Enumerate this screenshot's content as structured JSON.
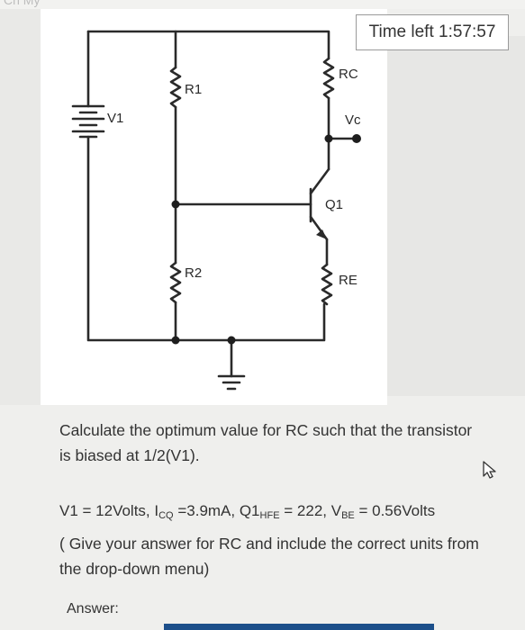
{
  "header": {
    "clipped_text": "Ch  My"
  },
  "timer": {
    "text": "Time left 1:57:57"
  },
  "circuit": {
    "labels": {
      "v1": "V1",
      "r1": "R1",
      "r2": "R2",
      "rc": "RC",
      "re": "RE",
      "q1": "Q1",
      "vc": "Vc"
    }
  },
  "question": {
    "prompt": "Calculate the optimum value for RC such that the transistor is biased at 1/2(V1).",
    "given": {
      "v1": "V1 = 12Volts, I",
      "icq_sub": "CQ",
      "icq_val": " =3.9mA, Q1",
      "hfe_sub": "HFE",
      "hfe_val": " = 222, V",
      "vbe_sub": "BE",
      "vbe_val": " = 0.56Volts"
    },
    "instruction": "( Give your answer for RC and include the correct units from the drop-down menu)"
  },
  "answer": {
    "label": "Answer:"
  },
  "colors": {
    "answer_bar": "#1c4f8a",
    "wire": "#2a2a2a"
  }
}
